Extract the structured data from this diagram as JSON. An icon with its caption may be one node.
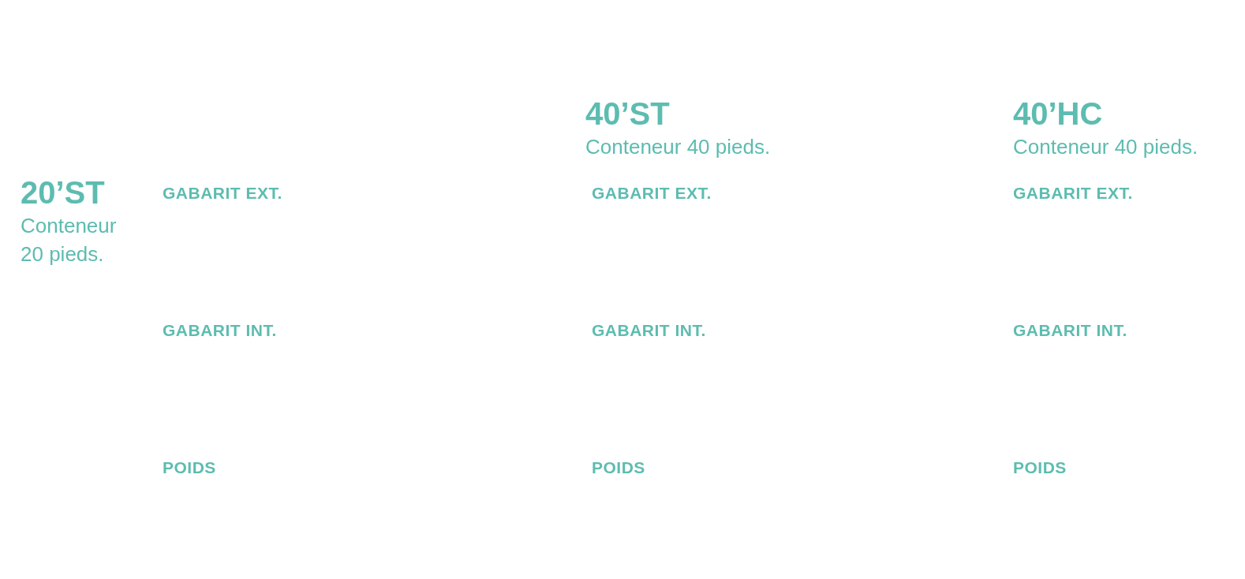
{
  "diagram": {
    "labels": [
      "20’ST",
      "Conteneur 20 pieds.",
      "GABARIT EXT.",
      "GABARIT INT.",
      "POIDS",
      "40’ST",
      "Conteneur 40 pieds.",
      "GABARIT EXT.",
      "GABARIT INT.",
      "POIDS",
      "40’HC",
      "Conteneur 40 pieds.",
      "GABARIT EXT.",
      "GABARIT INT.",
      "POIDS"
    ]
  }
}
